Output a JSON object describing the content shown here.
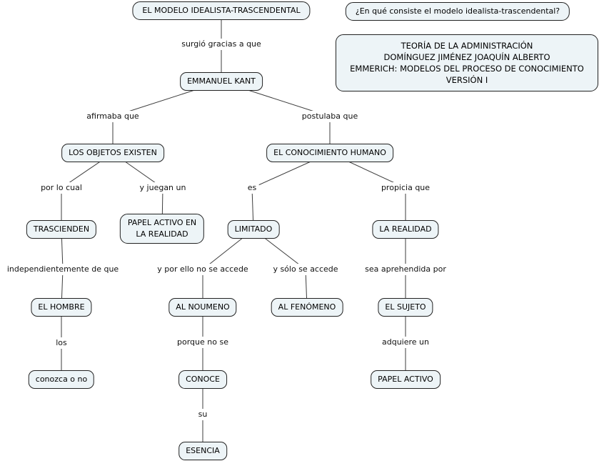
{
  "colors": {
    "background": "#ffffff",
    "node_fill": "#edf4f7",
    "node_border": "#222222",
    "line": "#3d3d3d"
  },
  "question_box": "¿En qué consiste el modelo idealista-trascendental?",
  "info_box": {
    "lines": [
      "TEORÍA DE LA ADMINISTRACIÓN",
      "DOMÍNGUEZ JIMÉNEZ JOAQUÍN ALBERTO",
      "EMMERICH: MODELOS DEL PROCESO DE CONOCIMIENTO",
      "VERSIÓN I"
    ]
  },
  "concepts": {
    "main": "EL MODELO IDEALISTA-TRASCENDENTAL",
    "kant": "EMMANUEL KANT",
    "objetos": "LOS OBJETOS EXISTEN",
    "conocimiento": "EL CONOCIMIENTO HUMANO",
    "trascienden": "TRASCIENDEN",
    "papel_realidad": "PAPEL ACTIVO EN\nLA REALIDAD",
    "limitado": "LIMITADO",
    "la_realidad": "LA REALIDAD",
    "hombre": "EL HOMBRE",
    "noumeno": "AL NOUMENO",
    "fenomeno": "AL FENÓMENO",
    "sujeto": "EL SUJETO",
    "conozca": "conozca o no",
    "conoce": "CONOCE",
    "papel_activo": "PAPEL ACTIVO",
    "esencia": "ESENCIA"
  },
  "links": {
    "l1": "surgió gracias a que",
    "l2": "afirmaba que",
    "l3": "postulaba que",
    "l4": "por lo cual",
    "l5": "y juegan un",
    "l6": "es",
    "l7": "propicia que",
    "l8": "independientemente de que",
    "l9": "y por ello no se accede",
    "l10": "y sólo se accede",
    "l11": "sea aprehendida por",
    "l12": "los",
    "l13": "porque no se",
    "l14": "adquiere un",
    "l15": "su"
  },
  "edges": [
    {
      "from": "main",
      "via": "l1",
      "to": "kant"
    },
    {
      "from": "kant",
      "via": "l2",
      "to": "objetos"
    },
    {
      "from": "kant",
      "via": "l3",
      "to": "conocimiento"
    },
    {
      "from": "objetos",
      "via": "l4",
      "to": "trascienden"
    },
    {
      "from": "objetos",
      "via": "l5",
      "to": "papel_realidad"
    },
    {
      "from": "conocimiento",
      "via": "l6",
      "to": "limitado"
    },
    {
      "from": "conocimiento",
      "via": "l7",
      "to": "la_realidad"
    },
    {
      "from": "trascienden",
      "via": "l8",
      "to": "hombre"
    },
    {
      "from": "hombre",
      "via": "l12",
      "to": "conozca"
    },
    {
      "from": "limitado",
      "via": "l9",
      "to": "noumeno"
    },
    {
      "from": "limitado",
      "via": "l10",
      "to": "fenomeno"
    },
    {
      "from": "la_realidad",
      "via": "l11",
      "to": "sujeto"
    },
    {
      "from": "noumeno",
      "via": "l13",
      "to": "conoce"
    },
    {
      "from": "conoce",
      "via": "l15",
      "to": "esencia"
    },
    {
      "from": "sujeto",
      "via": "l14",
      "to": "papel_activo"
    }
  ]
}
